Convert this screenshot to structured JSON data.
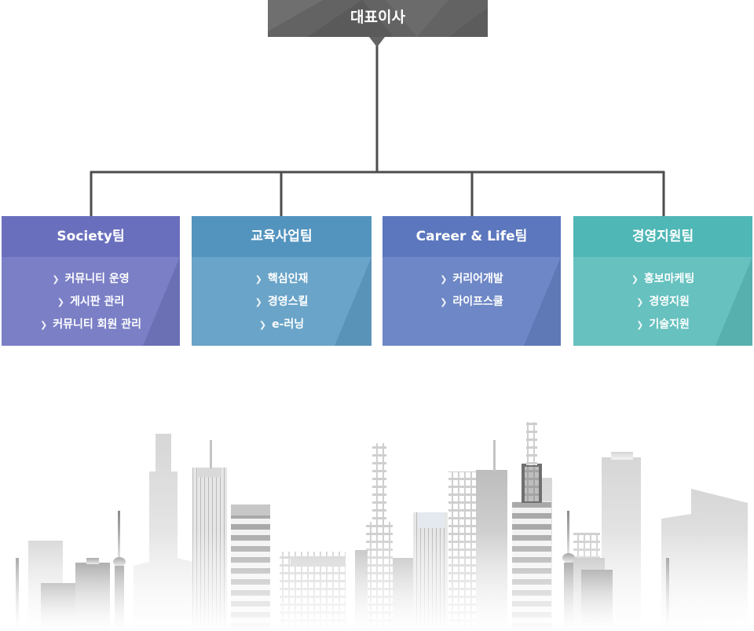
{
  "colors": {
    "root": "#636363",
    "line": "#4d4d4d",
    "society": "#6a6fbd",
    "education": "#5394bf",
    "career": "#5c77be",
    "management": "#4fb7b6"
  },
  "root": {
    "title": "대표이사"
  },
  "teams": [
    {
      "title": "Society팀",
      "items": [
        "커뮤니티 운영",
        "게시판 관리",
        "커뮤니티  회원 관리"
      ]
    },
    {
      "title": "교육사업팀",
      "items": [
        "핵심인재",
        "경영스킬",
        "e-러닝"
      ]
    },
    {
      "title": "Career & Life팀",
      "items": [
        "커리어개발",
        "라이프스쿨"
      ]
    },
    {
      "title": "경영지원팀",
      "items": [
        "홍보마케팅",
        "경영지원",
        "기술지원"
      ]
    }
  ],
  "icons": {
    "bullet": "chevron-right-icon"
  }
}
